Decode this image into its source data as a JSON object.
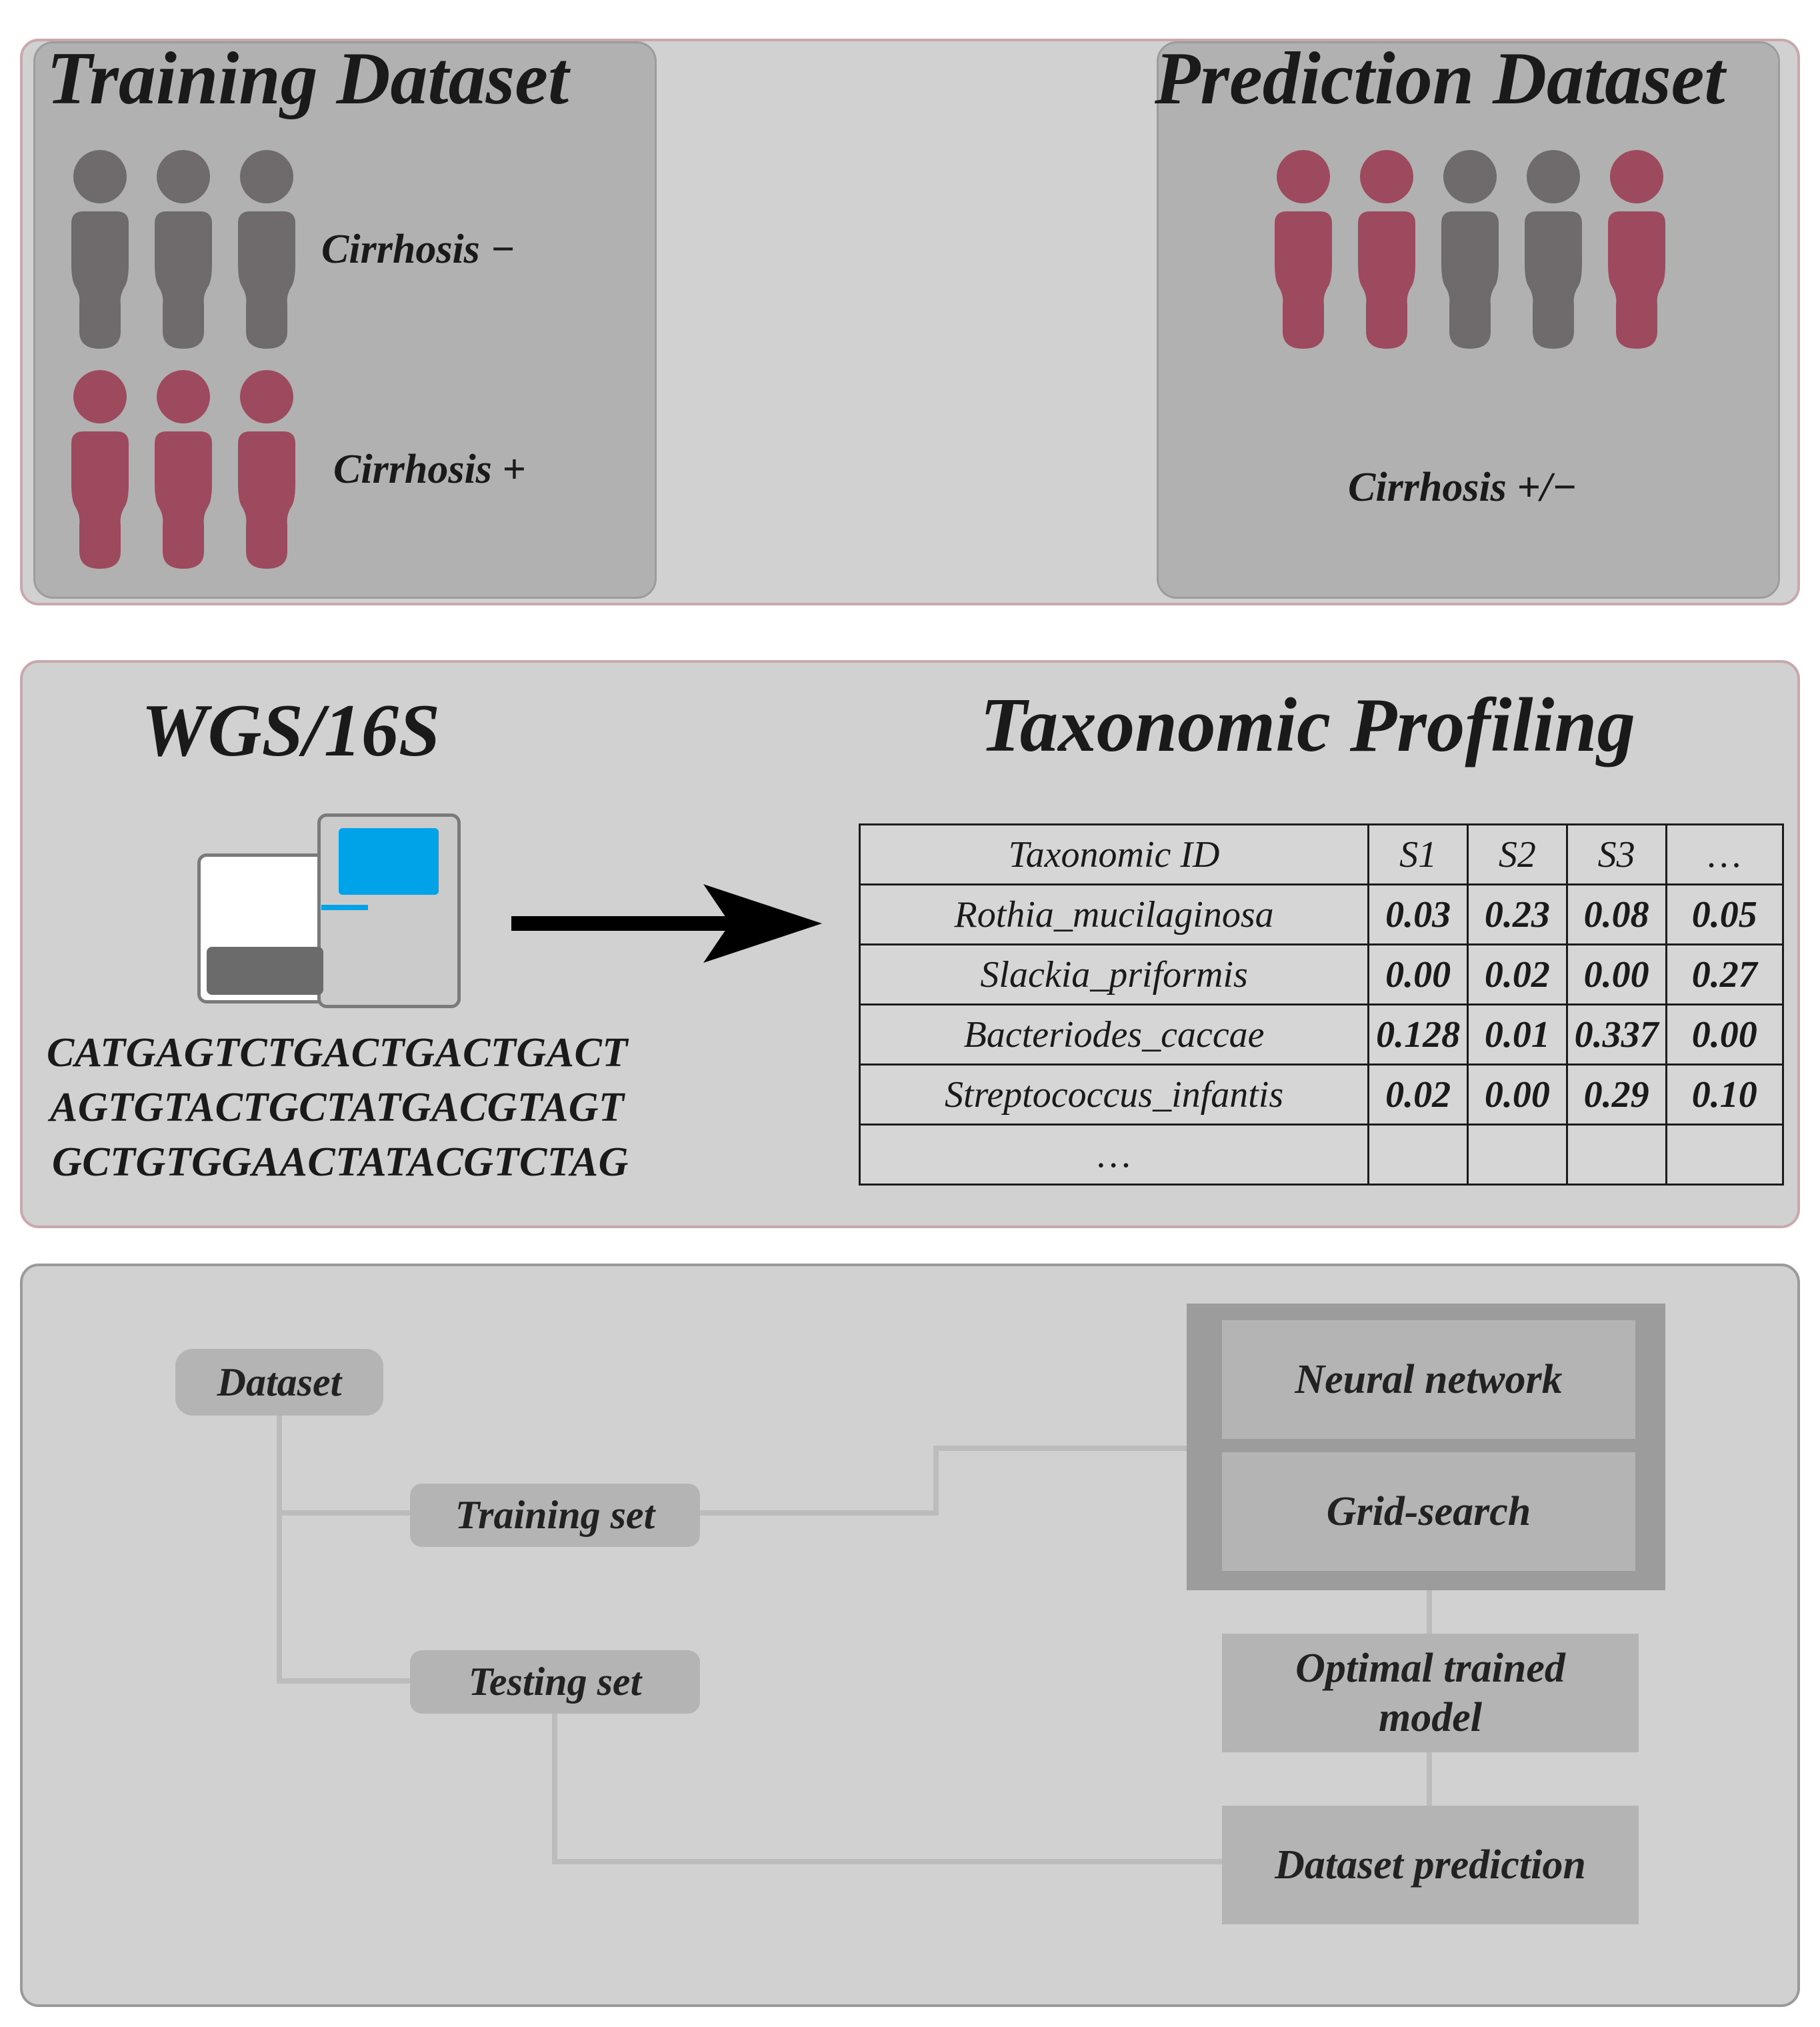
{
  "colors": {
    "negative_person": "#6f6a6b",
    "positive_person": "#9e4a5e",
    "panel_bg": "#d1d1d1",
    "subpanel_bg": "#b1b1b1",
    "sequencer_screen": "#00a2e8"
  },
  "training": {
    "title": "Training Dataset",
    "negative_label": "Cirrhosis −",
    "positive_label": "Cirrhosis +"
  },
  "prediction": {
    "title": "Prediction Dataset",
    "label": "Cirrhosis +/−",
    "people": [
      "positive",
      "positive",
      "negative",
      "negative",
      "positive"
    ]
  },
  "sequencing": {
    "title": "WGS/16S",
    "sequences": [
      "CATGAGTCTGACTGACTGACT",
      "AGTGTACTGCTATGACGTAGT",
      "GCTGTGGAACTATACGTCTAG"
    ],
    "icons": [
      "sequencer-icon",
      "arrow-right-icon"
    ]
  },
  "profiling": {
    "title": "Taxonomic Profiling",
    "header": [
      "Taxonomic ID",
      "S1",
      "S2",
      "S3",
      "…"
    ],
    "rows": [
      [
        "Rothia_mucilaginosa",
        "0.03",
        "0.23",
        "0.08",
        "0.05"
      ],
      [
        "Slackia_priformis",
        "0.00",
        "0.02",
        "0.00",
        "0.27"
      ],
      [
        "Bacteriodes_caccae",
        "0.128",
        "0.01",
        "0.337",
        "0.00"
      ],
      [
        "Streptococcus_infantis",
        "0.02",
        "0.00",
        "0.29",
        "0.10"
      ],
      [
        "…",
        "",
        "",
        "",
        ""
      ]
    ]
  },
  "pipeline": {
    "dataset": "Dataset",
    "training_set": "Training set",
    "testing_set": "Testing set",
    "neural_network": "Neural network",
    "grid_search": "Grid-search",
    "optimal_model_line1": "Optimal trained",
    "optimal_model_line2": "model",
    "prediction": "Dataset prediction"
  }
}
